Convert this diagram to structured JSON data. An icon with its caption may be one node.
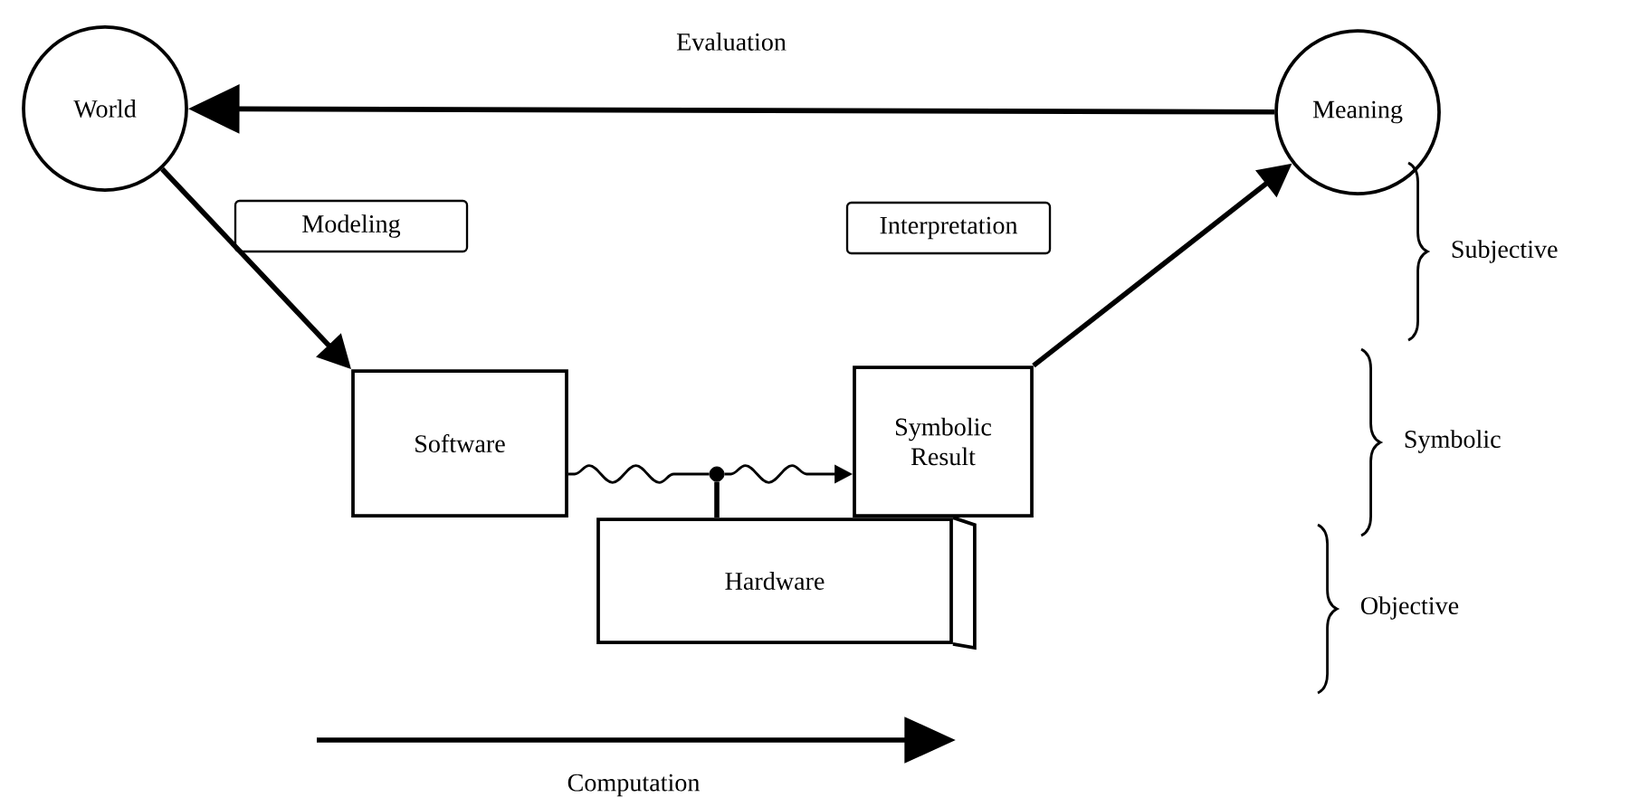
{
  "diagram": {
    "nodes": [
      {
        "text": [
          "World"
        ]
      },
      {
        "text": [
          "Meaning"
        ]
      },
      {
        "text": [
          "Modeling"
        ]
      },
      {
        "text": [
          "Interpretation"
        ]
      },
      {
        "text": [
          "Software"
        ]
      },
      {
        "text": [
          "Symbolic Result"
        ]
      },
      {
        "text": [
          "Hardware"
        ]
      },
      {
        "text": [],
        "shape": "circle"
      }
    ],
    "edges": [
      {
        "from": 1,
        "to": 0,
        "arrow": "to",
        "label": "Evaluation"
      },
      {
        "from": 0,
        "to": 4,
        "arrow": "to"
      },
      {
        "from": 5,
        "to": 1,
        "arrow": "to"
      },
      {
        "from": 4,
        "to": 7,
        "arrow": "none"
      },
      {
        "from": 7,
        "to": 5,
        "arrow": "to"
      },
      {
        "from": 7,
        "to": 6,
        "arrow": "none"
      }
    ],
    "labels": [
      "Subjective",
      "Symbolic",
      "Objective",
      "Computation"
    ]
  }
}
